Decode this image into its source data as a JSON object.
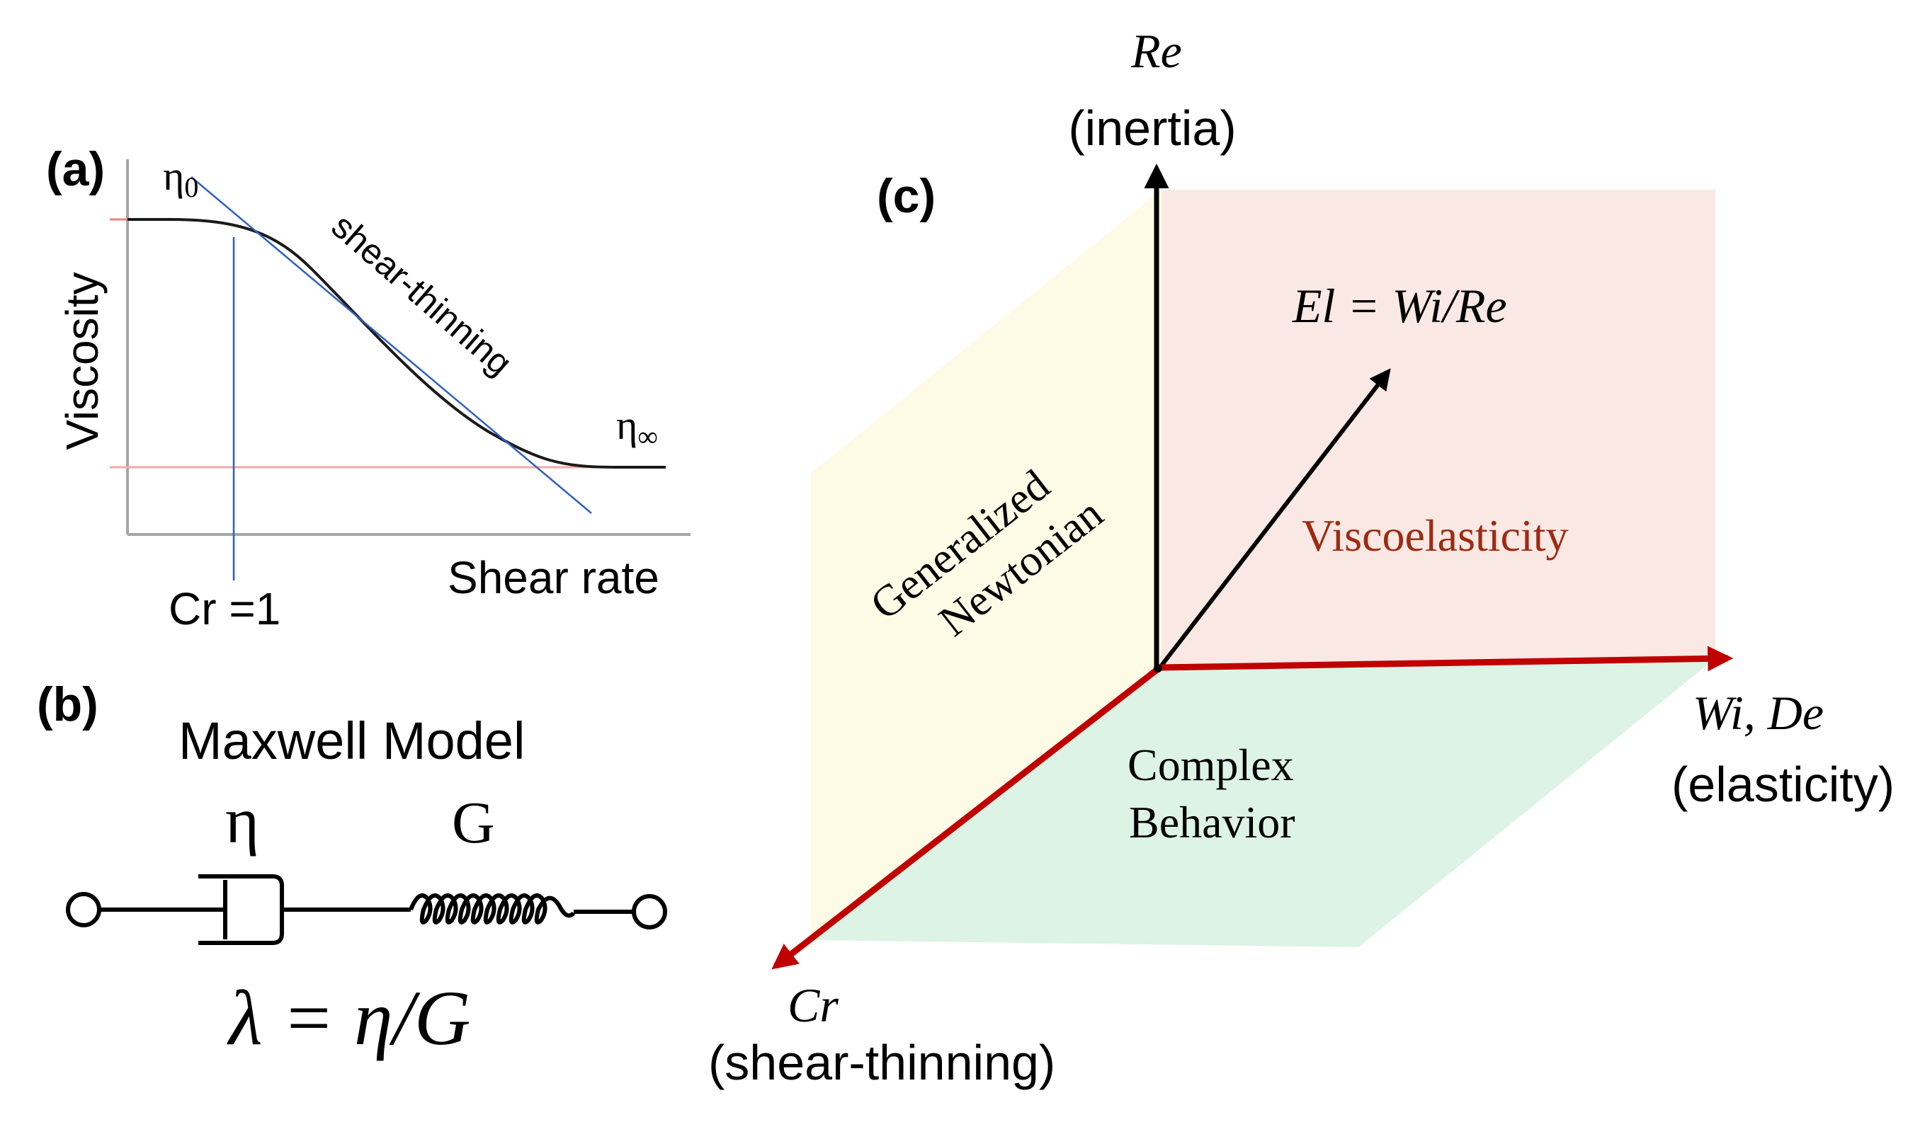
{
  "panel_a": {
    "label": "(a)",
    "eta0": "η",
    "eta0_sub": "0",
    "eta_inf": "η",
    "eta_inf_sub": "∞",
    "ylabel": "Viscosity",
    "xlabel": "Shear rate",
    "shear_thinning": "shear-thinning",
    "cr_label": "Cr =1"
  },
  "panel_b": {
    "label": "(b)",
    "title": "Maxwell Model",
    "eta": "η",
    "g": "G",
    "formula": "λ = η/G"
  },
  "panel_c": {
    "label": "(c)",
    "re_label": "Re",
    "re_desc": "(inertia)",
    "el_formula": "El = Wi/Re",
    "viscoelasticity": "Viscoelasticity",
    "gen_newtonian_1": "Generalized",
    "gen_newtonian_2": "Newtonian",
    "complex_1": "Complex",
    "complex_2": "Behavior",
    "wi_label": "Wi, De",
    "wi_desc": "(elasticity)",
    "cr_label": "Cr",
    "cr_desc": "(shear-thinning)"
  },
  "colors": {
    "pink_plane": "#f9e8e3",
    "yellow_plane": "#fdfbe6",
    "green_plane": "#dcf3e6",
    "red_axis": "#c00000",
    "viscoelastic_text": "#9e2a12",
    "blue_line": "#2f5fc0",
    "pink_line": "#f08080"
  }
}
